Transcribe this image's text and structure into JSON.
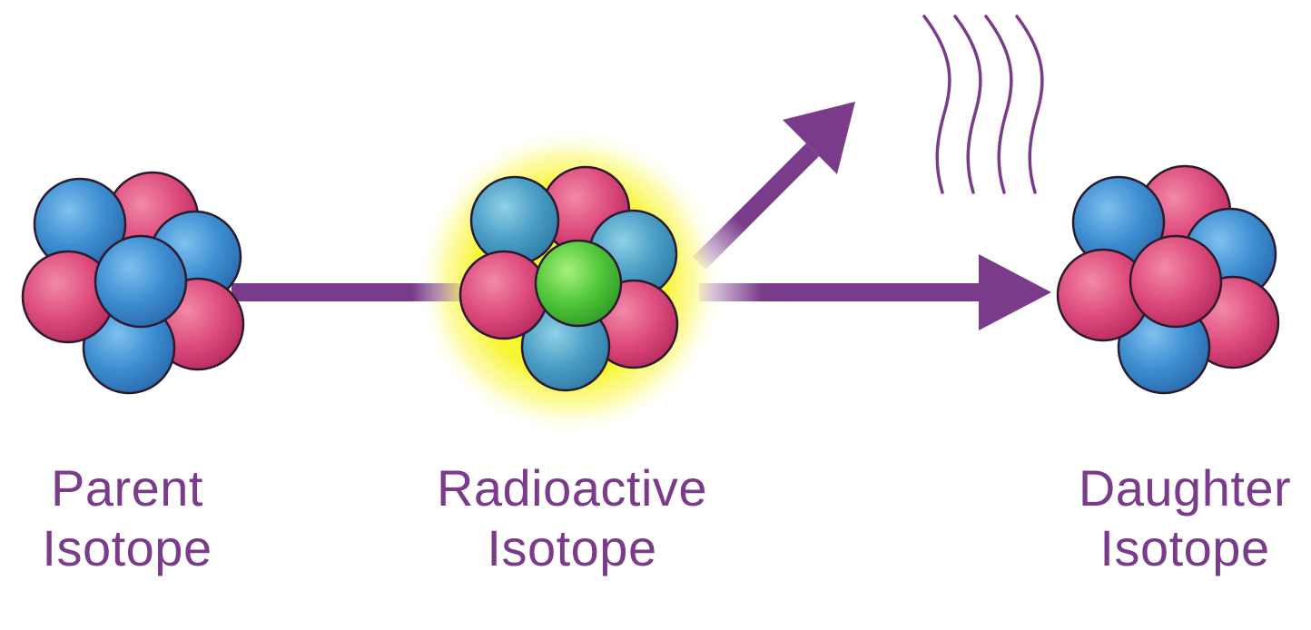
{
  "colors": {
    "arrow": "#7a3c8a",
    "label": "#7a3c8a",
    "proton": "#d63f74",
    "neutron": "#3f8fd0",
    "emitted_particle": "#52c83a",
    "glow": "#f7f41a",
    "wave": "#7a3c8a"
  },
  "icons": {
    "parent_nucleus": "nucleus-icon",
    "radioactive_nucleus": "glowing-nucleus-icon",
    "daughter_nucleus": "nucleus-icon",
    "emission": "radiation-wave-icon"
  },
  "labels": {
    "parent": {
      "line1": "Parent",
      "line2": "Isotope"
    },
    "radioactive": {
      "line1": "Radioactive",
      "line2": "Isotope"
    },
    "daughter": {
      "line1": "Daughter",
      "line2": "Isotope"
    }
  }
}
